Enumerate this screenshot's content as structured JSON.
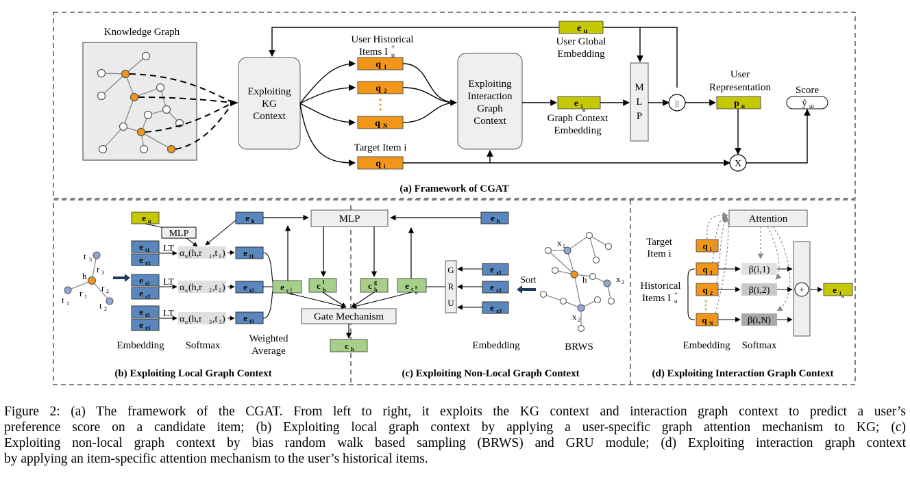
{
  "panel_a": {
    "knowledge_graph_label": "Knowledge Graph",
    "kg_context_box": [
      "Exploiting",
      "KG",
      "Context"
    ],
    "user_historical_label": [
      "User Historical",
      "Items I",
      "u",
      "+"
    ],
    "q": [
      "q",
      "1",
      "2",
      "N",
      "i"
    ],
    "interaction_box": [
      "Exploiting",
      "Interaction",
      "Graph",
      "Context"
    ],
    "eu_label": [
      "e",
      "u"
    ],
    "user_global_label": [
      "User Global",
      "Embedding"
    ],
    "eiu_label": [
      "e",
      "i",
      "u"
    ],
    "graph_context_label": [
      "Graph Context",
      "Embedding"
    ],
    "mlp_letters": [
      "M",
      "L",
      "P"
    ],
    "concat_symbol": "||",
    "user_rep_label": [
      "User",
      "Representation"
    ],
    "pu_label": [
      "p",
      "u"
    ],
    "score_label": "Score",
    "yhat_label": [
      "ŷ",
      "ui"
    ],
    "target_item_label": "Target Item i",
    "times_symbol": "X",
    "panel_title": "(a) Framework of CGAT"
  },
  "panel_b": {
    "eu_label": [
      "e",
      "u"
    ],
    "mlp_label": "MLP",
    "eh_label": [
      "e",
      "h"
    ],
    "e_t": [
      "e",
      "t1",
      "t2",
      "t3"
    ],
    "e_r": [
      "e",
      "r1",
      "r2",
      "r3"
    ],
    "lt_label": "LT",
    "alpha_rows": [
      [
        "α",
        "u",
        "(h,r",
        "1",
        ",t",
        "1",
        ")"
      ],
      [
        "α",
        "u",
        "(h,r",
        "2",
        ",t",
        "2",
        ")"
      ],
      [
        "α",
        "u",
        "(h,r",
        "3",
        ",t",
        "3",
        ")"
      ]
    ],
    "ec_label": [
      "e",
      "c",
      "l",
      "h"
    ],
    "graph_nodes": [
      "t",
      "3",
      "r",
      "3",
      "h",
      "r",
      "1",
      "r",
      "2",
      "t",
      "1",
      "t",
      "2"
    ],
    "embedding_label": "Embedding",
    "softmax_label": "Softmax",
    "weighted_label": [
      "Weighted",
      "Average"
    ],
    "panel_title": "(b) Exploiting Local Graph Context"
  },
  "panel_c": {
    "mlp_label": "MLP",
    "eh_label": [
      "e",
      "h"
    ],
    "ch_l": [
      "c",
      "h",
      "l"
    ],
    "ch_g": [
      "c",
      "h",
      "g"
    ],
    "ecg_label": [
      "e",
      "c",
      "g",
      "h"
    ],
    "gate_label": "Gate Mechanism",
    "ch_out": [
      "c",
      "h"
    ],
    "gru_letters": [
      "G",
      "R",
      "U"
    ],
    "ex_labels": [
      "e",
      "x1",
      "x2",
      "x3"
    ],
    "sort_label": "Sort",
    "brws_nodes": [
      "x",
      "1",
      "h",
      "x",
      "3",
      "x",
      "2"
    ],
    "embedding_label": "Embedding",
    "brws_label": "BRWS",
    "panel_title": "(c) Exploiting Non-Local Graph Context"
  },
  "panel_d": {
    "attention_label": "Attention",
    "target_label": [
      "Target",
      "Item i"
    ],
    "historical_label": [
      "Historical",
      "Items I",
      "u",
      "+"
    ],
    "q": [
      "q",
      "i",
      "1",
      "2",
      "N"
    ],
    "beta_rows": [
      [
        "β(i,1)"
      ],
      [
        "β(i,2)"
      ],
      [
        "β(i,N)"
      ]
    ],
    "plus_symbol": "+",
    "eiu_label": [
      "e",
      "I",
      "u"
    ],
    "embedding_label": "Embedding",
    "softmax_label": "Softmax",
    "panel_title": "(d) Exploiting Interaction Graph Context"
  },
  "caption": {
    "lines": [
      "Figure 2: (a) The framework of the CGAT. From left to right, it exploits the KG context and interaction graph context to predict a user’s",
      "preference score on a candidate item; (b) Exploiting local graph context by applying a user-specific graph attention mechanism to KG; (c)",
      "Exploiting non-local graph context by bias random walk based sampling (BRWS) and GRU module; (d) Exploiting interaction graph context",
      "by applying an item-specific attention mechanism to the user’s historical items."
    ]
  },
  "colors": {
    "orange": "#f29619",
    "olive": "#c4c800",
    "blue_box": "#5b87bf",
    "green_box": "#a6d08a",
    "grey_box": "#efefef",
    "node_blue": "#8fa8d8",
    "node_orange": "#f29619"
  }
}
